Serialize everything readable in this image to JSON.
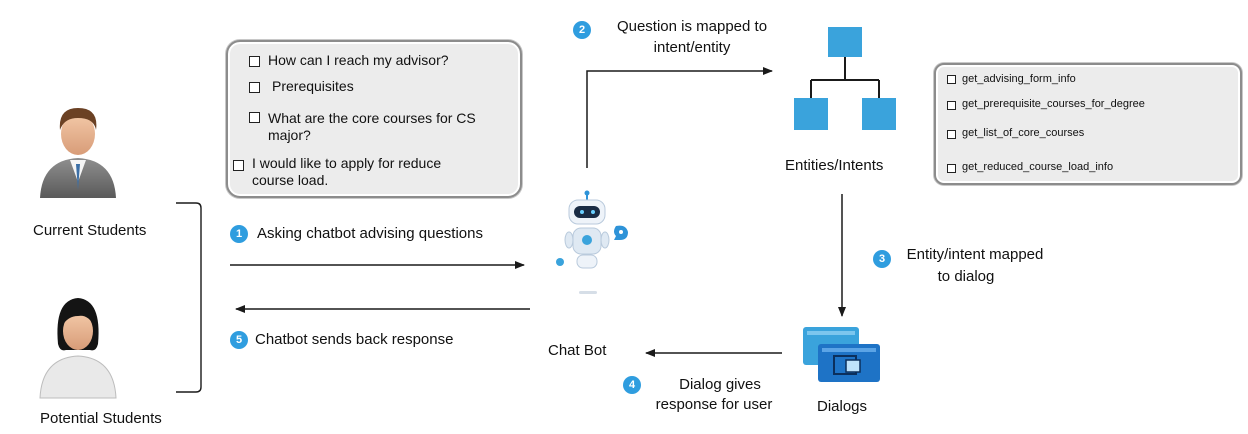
{
  "actors": {
    "current_students": "Current Students",
    "potential_students": "Potential Students"
  },
  "questions": [
    "How can I reach my advisor?",
    "Prerequisites",
    "What are the core courses for CS major?",
    "I would like to apply for reduce course load."
  ],
  "intents": [
    "get_advising_form_info",
    "get_prerequisite_courses_for_degree",
    "get_list_of_core_courses",
    "get_reduced_course_load_info"
  ],
  "nodes": {
    "entities_intents": "Entities/Intents",
    "chat_bot": "Chat Bot",
    "dialogs": "Dialogs"
  },
  "steps": [
    {
      "number": "1",
      "text": "Asking chatbot advising questions"
    },
    {
      "number": "2",
      "text": "Question is mapped to intent/entity"
    },
    {
      "number": "3",
      "text": "Entity/intent mapped to dialog"
    },
    {
      "number": "4",
      "text": "Dialog gives response for user"
    },
    {
      "number": "5",
      "text": "Chatbot sends back response"
    }
  ],
  "colors": {
    "badge": "#2f9ddf",
    "icon_blue": "#3aa3dc",
    "icon_dark_blue": "#1e73c6",
    "arrow": "#1a1a1a"
  }
}
